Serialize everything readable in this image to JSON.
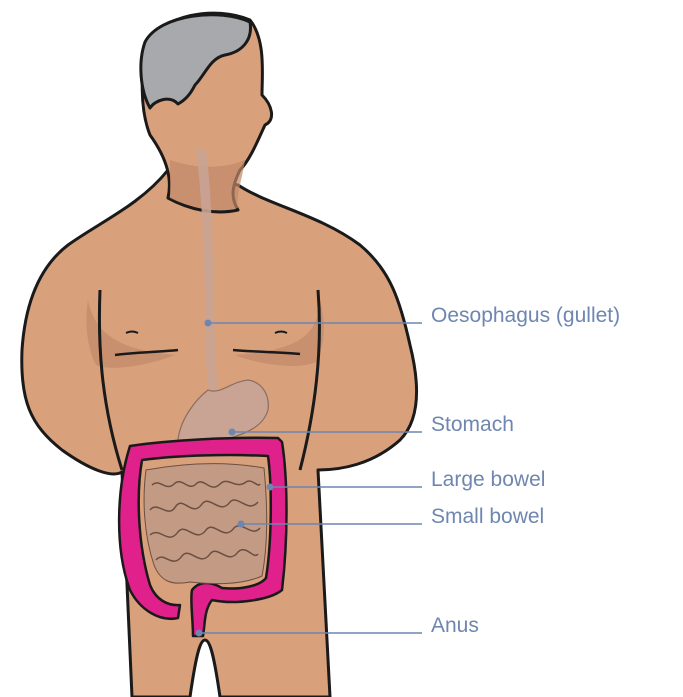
{
  "colors": {
    "skin": "#D9A07C",
    "skin_shadow": "#C2896A",
    "outline": "#1a1a1a",
    "hair": "#A7A9AC",
    "organ": "#C9A393",
    "large_bowel": "#E0208B",
    "small_bowel": "#C39A83",
    "label": "#6E86B0"
  },
  "labels": {
    "oesophagus": "Oesophagus (gullet)",
    "stomach": "Stomach",
    "large_bowel": "Large bowel",
    "small_bowel": "Small bowel",
    "anus": "Anus"
  }
}
